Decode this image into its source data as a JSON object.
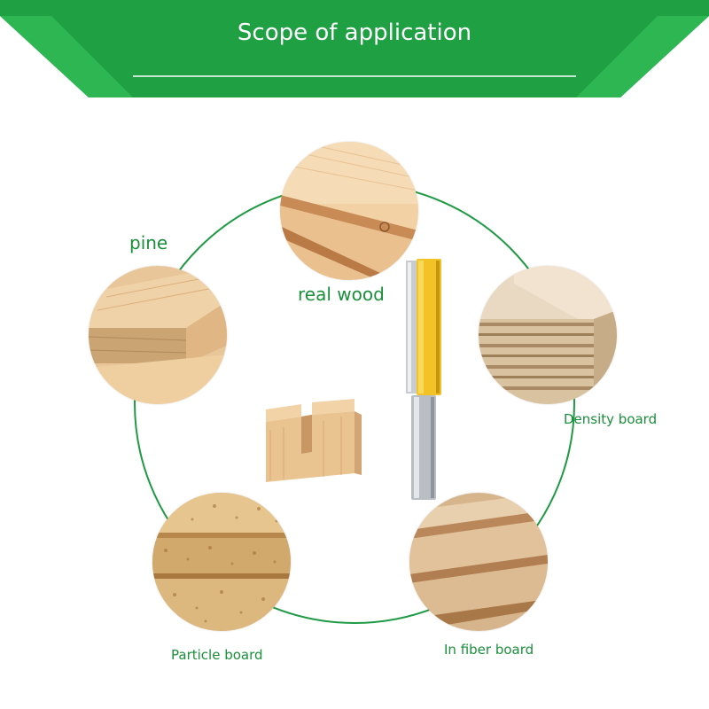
{
  "banner": {
    "title": "Scope of application",
    "color": "#1fa043",
    "color_dark": "#128a33"
  },
  "labels": {
    "pine": "pine",
    "real_wood": "real wood",
    "density_board": "Density board",
    "particle_board": "Particle board",
    "fiber_board": "In fiber board"
  },
  "accent_color": "#1a8f3a",
  "icons": [
    "router-bit-icon",
    "grooved-wood-block-icon"
  ]
}
